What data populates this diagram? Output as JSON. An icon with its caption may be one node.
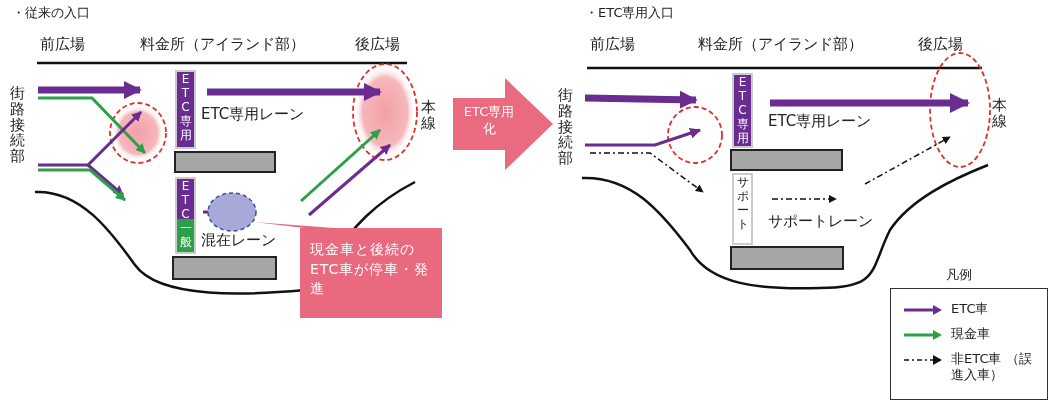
{
  "diagram": {
    "nodes": [
      {
        "text": [
          "ETC専用"
        ]
      },
      {
        "text": [
          "ETC一般"
        ]
      },
      {
        "text": [],
        "shape": "circle"
      },
      {
        "text": [
          "現金車と後続のETC車が停車・発進"
        ]
      },
      {
        "text": [
          "ETC専用化"
        ]
      },
      {
        "text": [
          "ETC専用"
        ]
      },
      {
        "text": [
          "サポート"
        ]
      }
    ],
    "edges": [
      {
        "from": 3,
        "to": 2,
        "arrow": "none"
      }
    ],
    "labels": [
      "・従来の入口",
      "前広場",
      "料金所（アイランド部）",
      "後広場",
      "街路接続部",
      "ETC専用レーン",
      "混在レーン",
      "本線",
      "・ETC専用入口",
      "前広場",
      "料金所（アイランド部）",
      "後広場",
      "街路接続部",
      "ETC専用レーン",
      "サポートレーン",
      "本線",
      "凡例"
    ],
    "legend": [
      {
        "text": "ETC車",
        "color": "#6a2c91"
      },
      {
        "text": "現金車",
        "color": "#2ca048"
      },
      {
        "text": "非ETC車 （誤進入車）"
      }
    ]
  }
}
